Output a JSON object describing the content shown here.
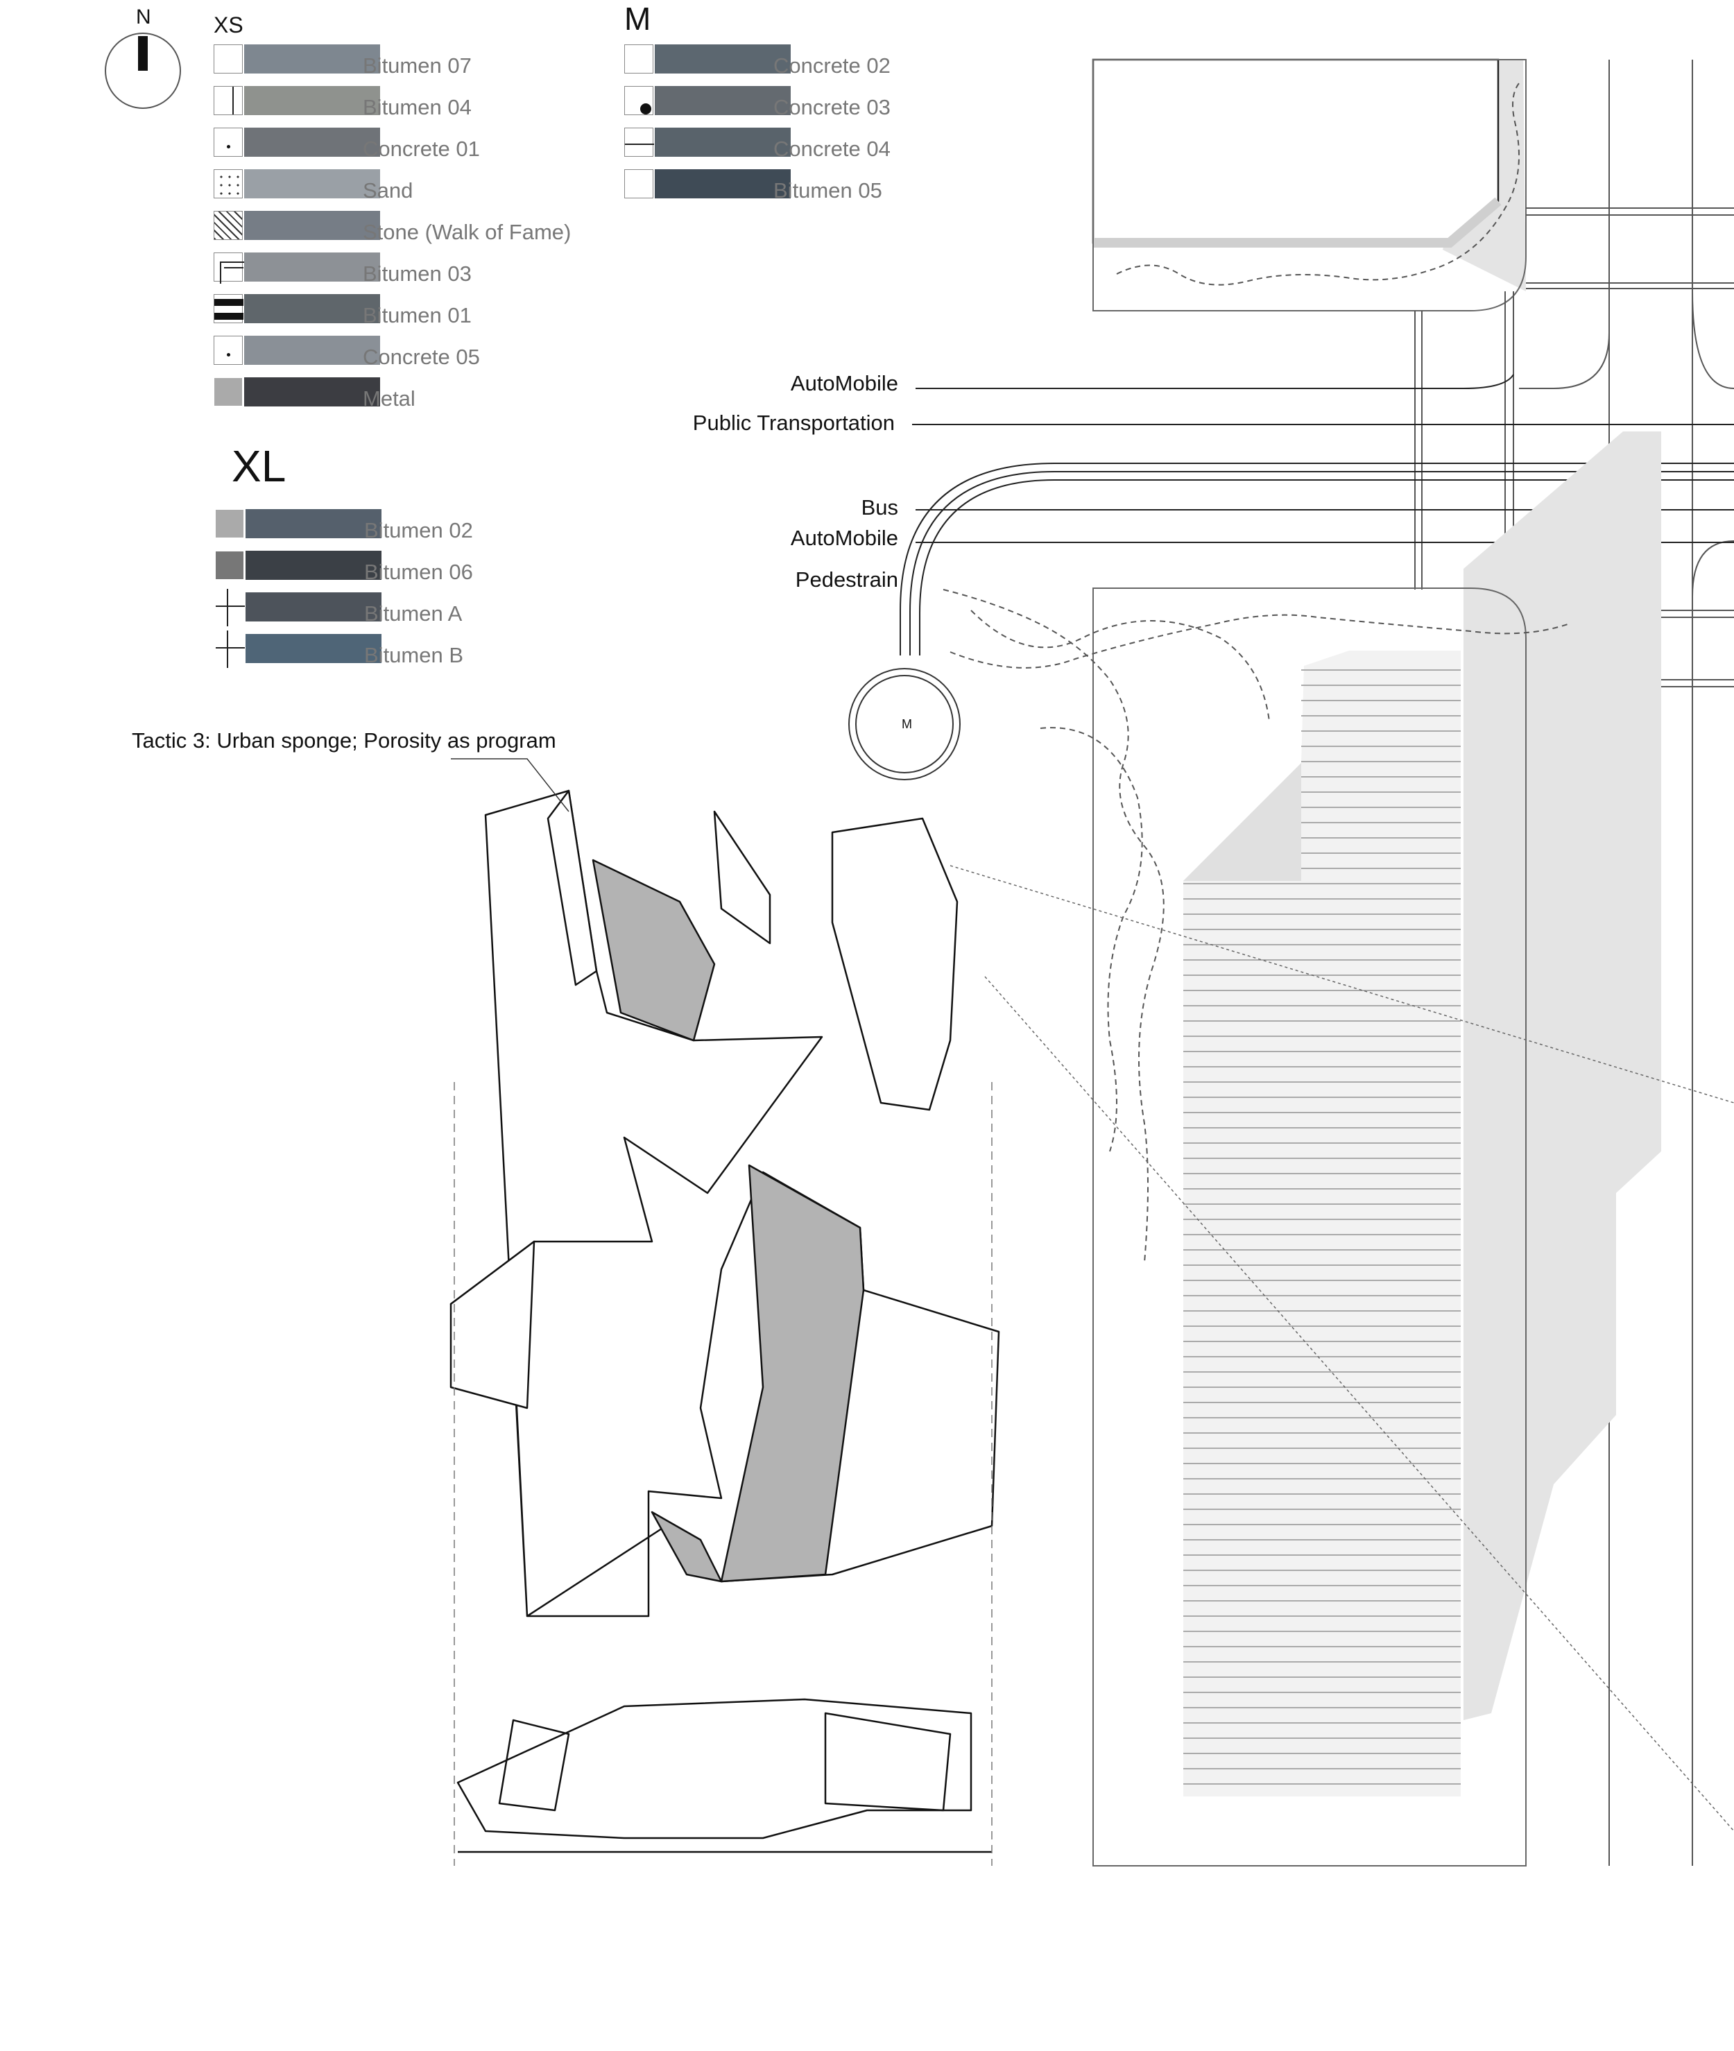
{
  "compass": {
    "label": "N",
    "icon": "north-arrow-icon"
  },
  "legend": {
    "xs": {
      "title": "XS",
      "items": [
        {
          "label": "Bitumen 07",
          "key": "blank",
          "photo": "#7e8790"
        },
        {
          "label": "Bitumen 04",
          "key": "vline",
          "photo": "#8f928e"
        },
        {
          "label": "Concrete 01",
          "key": "dot-small",
          "photo": "#6f7378"
        },
        {
          "label": "Sand",
          "key": "dots",
          "photo": "#9aa0a6"
        },
        {
          "label": "Stone (Walk of Fame)",
          "key": "hatch",
          "photo": "#767d86"
        },
        {
          "label": "Bitumen 03",
          "key": "corner-lines",
          "photo": "#8d9196"
        },
        {
          "label": "Bitumen 01",
          "key": "thick-bars",
          "photo": "#5f666b"
        },
        {
          "label": "Concrete 05",
          "key": "dot-small",
          "photo": "#8a9097"
        },
        {
          "label": "Metal",
          "key": "grey-fill",
          "photo": "#3c3d42"
        }
      ]
    },
    "m": {
      "title": "M",
      "items": [
        {
          "label": "Concrete 02",
          "key": "blank",
          "photo": "#5c6770"
        },
        {
          "label": "Concrete 03",
          "key": "dot-large",
          "photo": "#646a70"
        },
        {
          "label": "Concrete 04",
          "key": "hline",
          "photo": "#59636b"
        },
        {
          "label": "Bitumen 05",
          "key": "blank",
          "photo": "#3f4b56"
        }
      ]
    },
    "xl": {
      "title": "XL",
      "items": [
        {
          "label": "Bitumen 02",
          "key": "grey-light",
          "photo": "#55606c"
        },
        {
          "label": "Bitumen 06",
          "key": "grey-dark",
          "photo": "#3b4046"
        },
        {
          "label": "Bitumen A",
          "key": "cross",
          "photo": "#4d535b"
        },
        {
          "label": "Bitumen B",
          "key": "cross",
          "photo": "#4f6577"
        }
      ]
    }
  },
  "flows": [
    {
      "label": "AutoMobile"
    },
    {
      "label": "Public Transportation"
    },
    {
      "label": "Bus"
    },
    {
      "label": "AutoMobile"
    },
    {
      "label": "Pedestrain"
    }
  ],
  "metro": {
    "label": "M"
  },
  "tactic": {
    "label": "Tactic 3: Urban sponge; Porosity as program"
  },
  "colors": {
    "ink": "#111111",
    "legend_text": "#777777",
    "shade": "#e6e6e6",
    "fill_grey": "#b3b3b3"
  }
}
